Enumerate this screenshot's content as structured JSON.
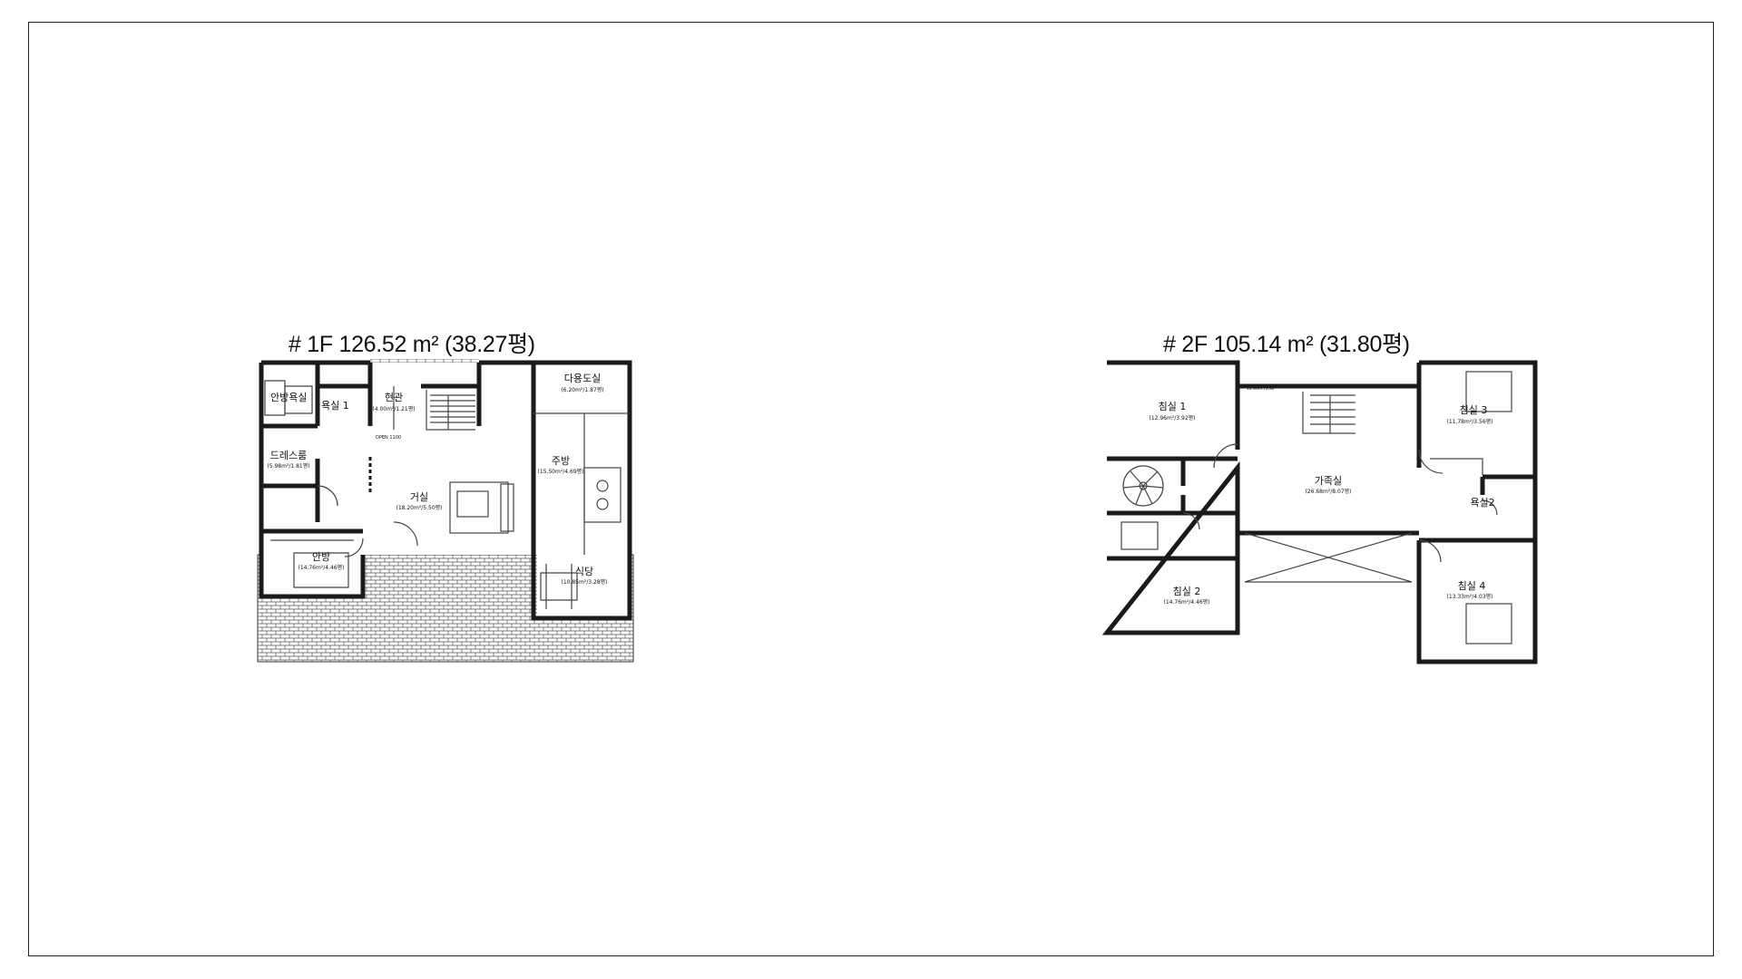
{
  "floors": {
    "first": {
      "title": "# 1F  126.52 m² (38.27평)",
      "rooms": {
        "master_bath": {
          "name": "안방욕실"
        },
        "bath1": {
          "name": "욕실 1"
        },
        "entrance": {
          "name": "현관",
          "area": "(4.00m²/1.21평)"
        },
        "utility": {
          "name": "다용도실",
          "area": "(6.20m²/1.87평)"
        },
        "dressroom": {
          "name": "드레스룸",
          "area": "(5.98m²/1.81평)"
        },
        "living": {
          "name": "거실",
          "area": "(18.20m²/5.50평)"
        },
        "kitchen": {
          "name": "주방",
          "area": "(15.50m²/4.69평)"
        },
        "master": {
          "name": "안방",
          "area": "(14.76m²/4.46평)"
        },
        "dining": {
          "name": "식당",
          "area": "(10.85m²/3.28평)"
        }
      },
      "note": "OPEN 1100"
    },
    "second": {
      "title": "# 2F  105.14 m² (31.80평)",
      "rooms": {
        "bed1": {
          "name": "침실 1",
          "area": "(12.96m²/3.92평)",
          "tag": "12.96m²/3.92"
        },
        "bed3": {
          "name": "침실 3",
          "area": "(11.78m²/3.56평)"
        },
        "family": {
          "name": "가족실",
          "area": "(26.68m²/8.07평)"
        },
        "bath2": {
          "name": "욕실2"
        },
        "bed2": {
          "name": "침실 2",
          "area": "(14.76m²/4.46평)"
        },
        "bed4": {
          "name": "침실 4",
          "area": "(13.33m²/4.03평)"
        }
      }
    }
  },
  "colors": {
    "wall": "#1a1a1a",
    "line": "#444444",
    "tile": "#555555",
    "frame": "#222222"
  }
}
